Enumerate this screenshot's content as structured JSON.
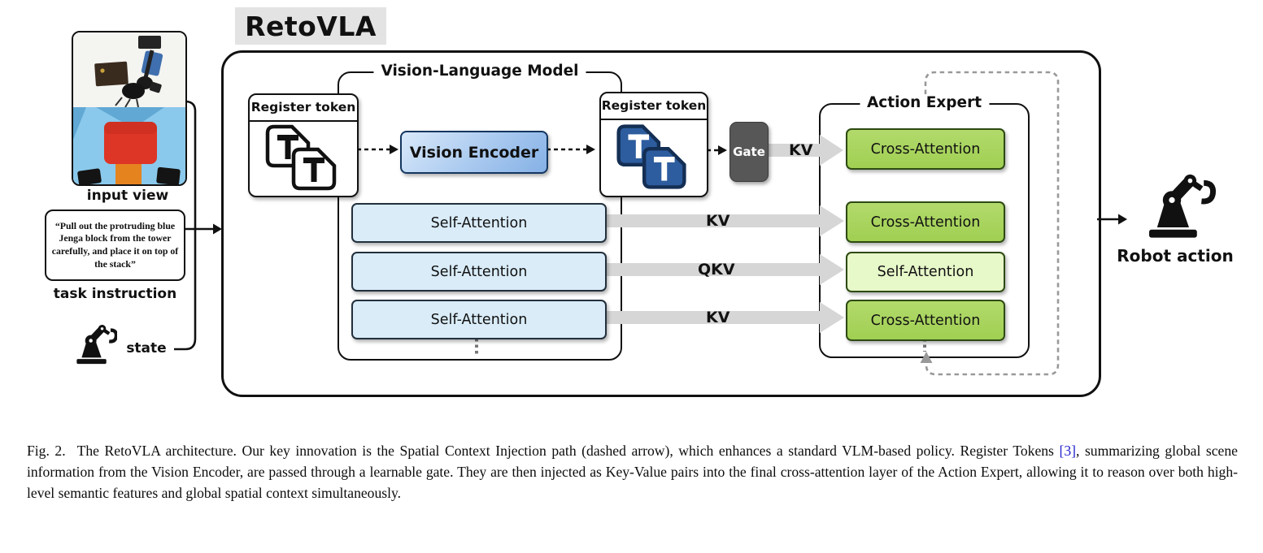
{
  "title": "RetoVLA",
  "inputs": {
    "input_view_label": "input view",
    "task_instruction": "“Pull out the protruding blue Jenga block from the tower carefully, and place it on top of the stack”",
    "task_instruction_label": "task instruction",
    "state_label": "state"
  },
  "vlm": {
    "label": "Vision-Language Model",
    "register_token_left": "Register token",
    "register_token_right": "Register token",
    "vision_encoder": "Vision Encoder",
    "self_attention_layers": [
      "Self-Attention",
      "Self-Attention",
      "Self-Attention"
    ]
  },
  "gate": {
    "label": "Gate"
  },
  "kv_arrows": {
    "gate_kv": "KV",
    "rows": [
      "KV",
      "QKV",
      "KV"
    ]
  },
  "action_expert": {
    "label": "Action Expert",
    "layers": [
      {
        "label": "Cross-Attention",
        "type": "cross"
      },
      {
        "label": "Cross-Attention",
        "type": "cross"
      },
      {
        "label": "Self-Attention",
        "type": "self"
      },
      {
        "label": "Cross-Attention",
        "type": "cross"
      }
    ]
  },
  "output": {
    "robot_action_label": "Robot action"
  },
  "caption": {
    "figno": "Fig. 2.",
    "part1": "The RetoVLA architecture. Our key innovation is the Spatial Context Injection path (dashed arrow), which enhances a standard VLM-based policy. Register Tokens ",
    "citation": "[3]",
    "part2": ", summarizing global scene information from the Vision Encoder, are passed through a learnable gate. They are then injected as Key-Value pairs into the final cross-attention layer of the Action Expert, allowing it to reason over both high-level semantic features and global spatial context simultaneously."
  },
  "icons": {
    "input_view": "camera-view-photo",
    "state": "robot-arm-icon",
    "robot_action": "robot-arm-icon",
    "register_token": "token-tile-icon"
  },
  "colors": {
    "title_bg": "#e3e3e3",
    "cross_attention_green": "#a0cf52",
    "self_attention_pale_green": "#e7f8c9",
    "self_attention_blue": "#d9ecf8",
    "vision_encoder_blue": "#a9c9ef",
    "gate_gray": "#575757",
    "kv_band_gray": "#d6d6d6",
    "dashed_path_gray": "#999999",
    "citation_blue": "#2222cc",
    "token_tile_blue": "#2d5d9f"
  }
}
